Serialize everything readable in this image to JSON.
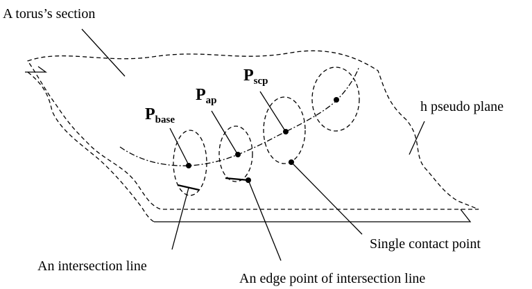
{
  "labels": {
    "torus_section": "A torus’s section",
    "pseudo_plane": "h pseudo plane",
    "single_contact": "Single contact point",
    "intersection_line": "An intersection line",
    "edge_point": "An edge point of intersection line"
  },
  "points": {
    "base": {
      "main": "P",
      "sub": "base"
    },
    "ap": {
      "main": "P",
      "sub": "ap"
    },
    "scp": {
      "main": "P",
      "sub": "scp"
    }
  }
}
